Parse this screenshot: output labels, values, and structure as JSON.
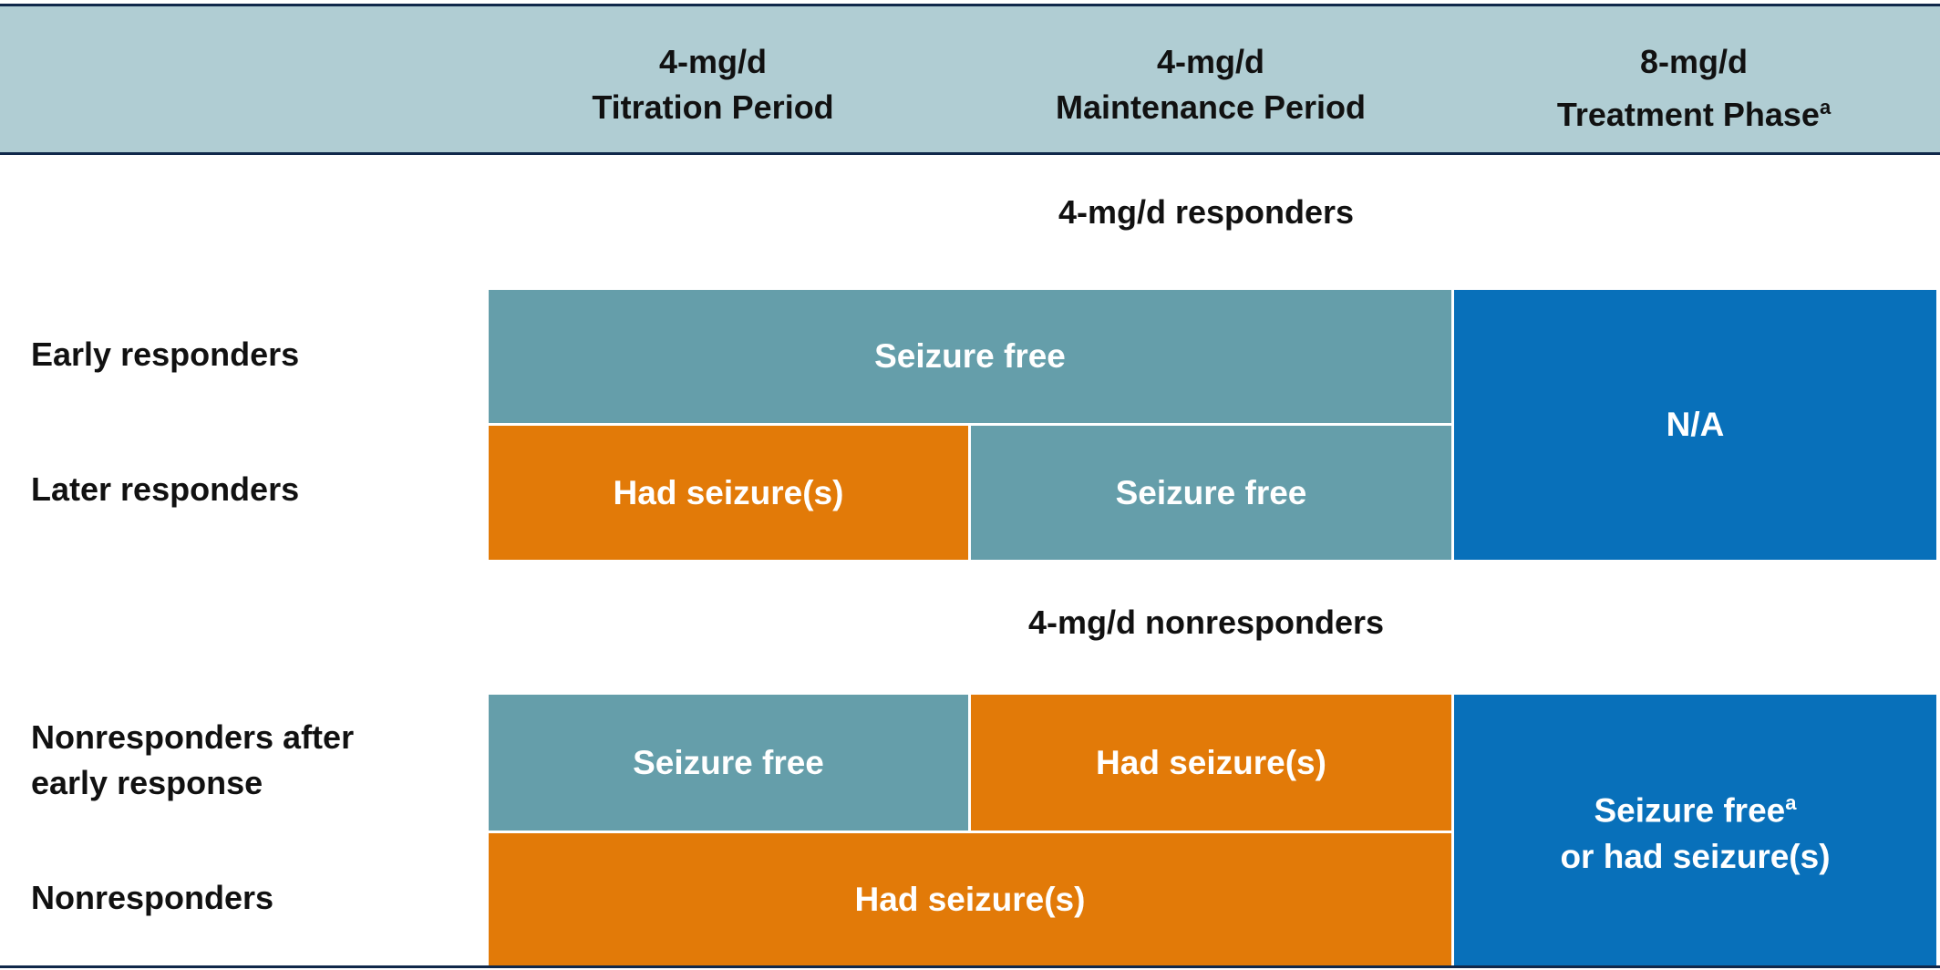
{
  "header": {
    "col1": {
      "line1": "4-mg/d",
      "line2": "Titration Period"
    },
    "col2": {
      "line1": "4-mg/d",
      "line2": "Maintenance Period"
    },
    "col3": {
      "line1": "8-mg/d",
      "line2": "Treatment Phase",
      "footnote": "a"
    }
  },
  "sections": {
    "responders_title": "4-mg/d responders",
    "nonresponders_title": "4-mg/d nonresponders"
  },
  "rows": {
    "early_responders": "Early responders",
    "later_responders": "Later responders",
    "nonresponders_after_early_line1": "Nonresponders after",
    "nonresponders_after_early_line2": "early response",
    "nonresponders": "Nonresponders"
  },
  "blocks": {
    "early_seizure_free": "Seizure free",
    "na": "N/A",
    "later_had_seizures": "Had seizure(s)",
    "later_seizure_free": "Seizure free",
    "nae_seizure_free": "Seizure free",
    "nae_had_seizures": "Had seizure(s)",
    "non_had_seizures": "Had seizure(s)",
    "phase_line1": "Seizure free",
    "phase_footnote": "a",
    "phase_line2": "or had seizure(s)"
  },
  "colors": {
    "seizure_free": "#659eaa",
    "had_seizures": "#e27a08",
    "treatment_phase": "#0870ba",
    "header_band": "#b0cdd3",
    "rule": "#10284a"
  }
}
